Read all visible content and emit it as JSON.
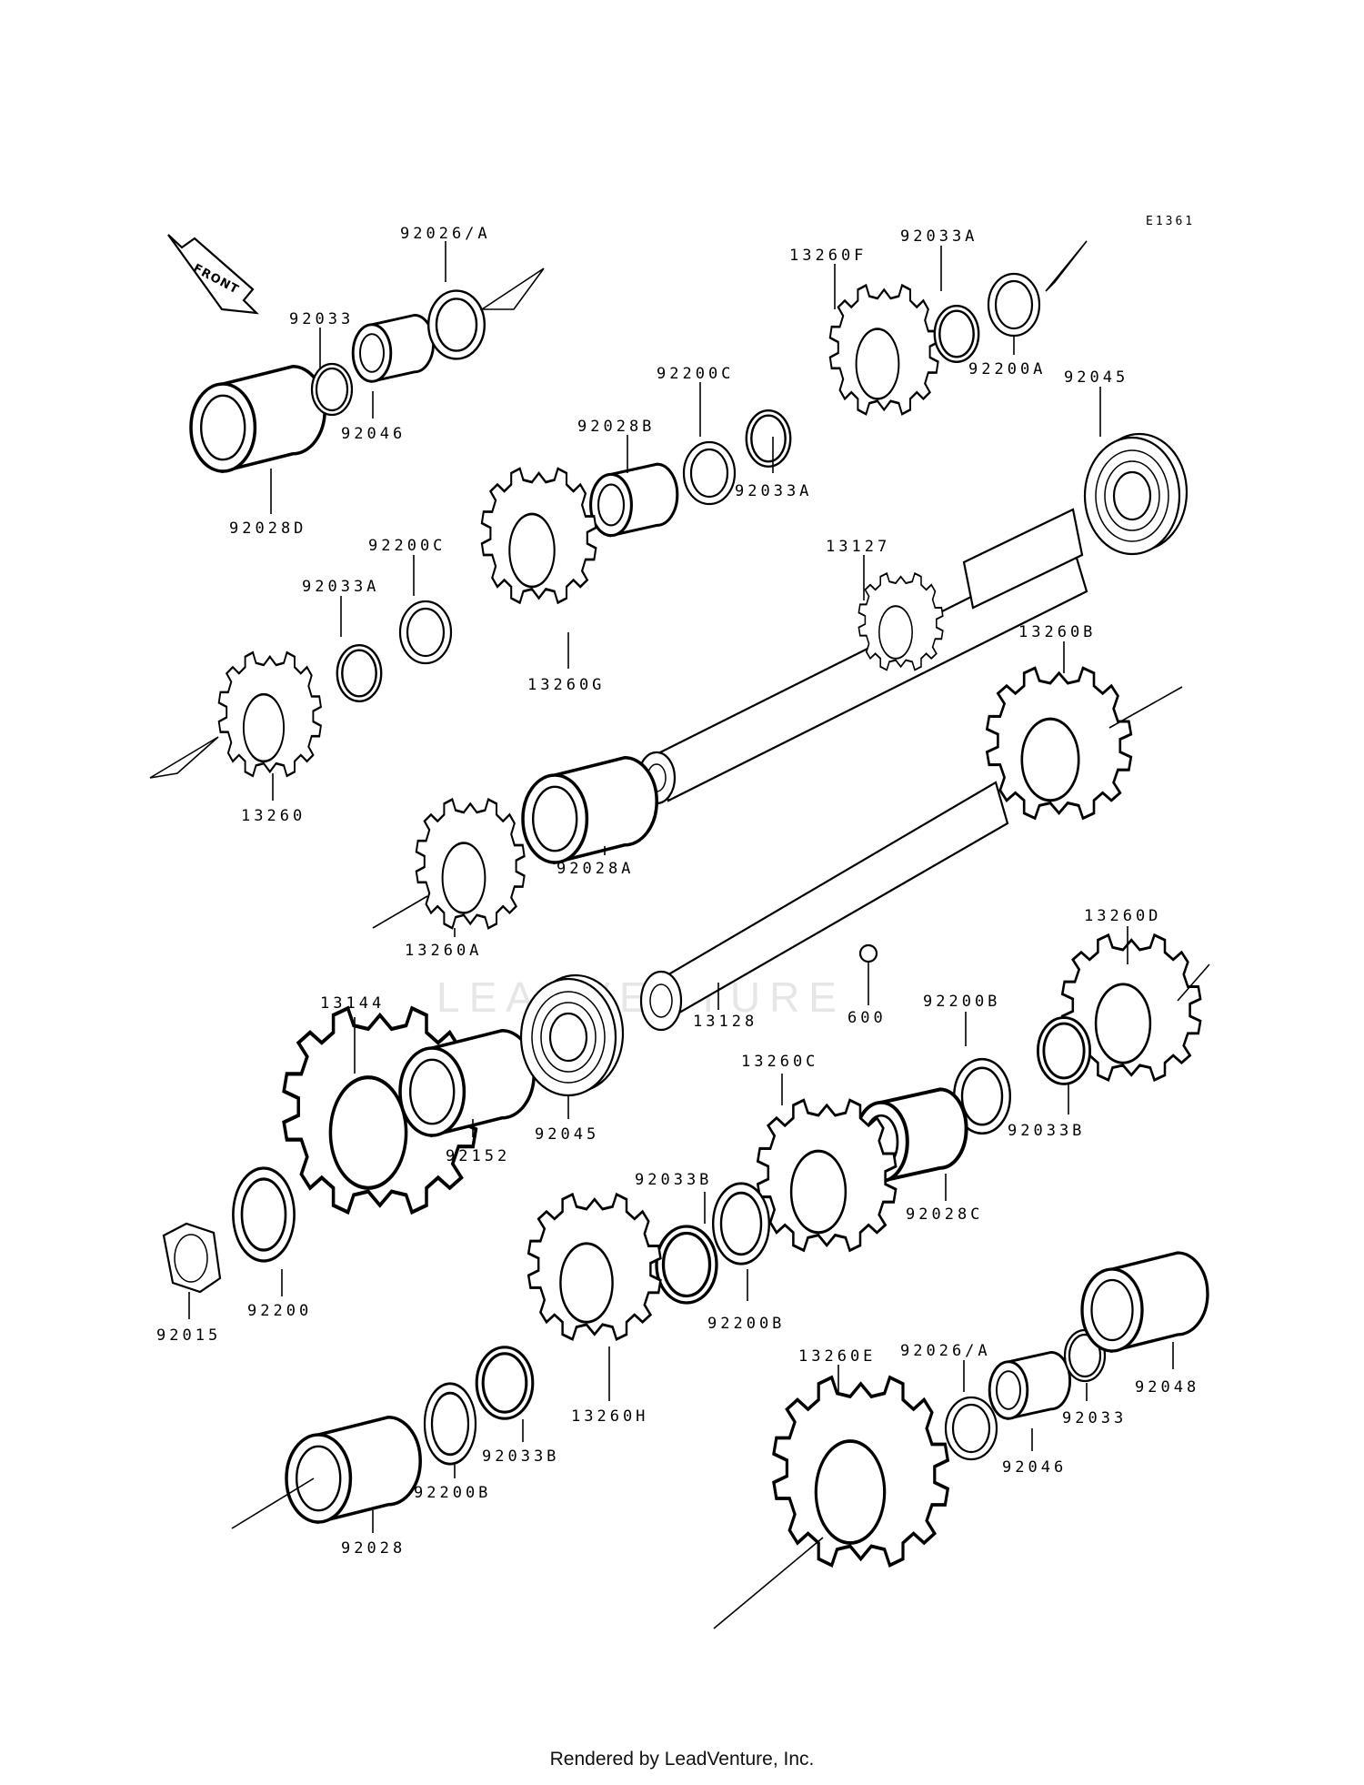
{
  "diagram_code": "E1361",
  "front_label": "FRONT",
  "watermark": "LEADVENTURE",
  "footer": "Rendered by LeadVenture, Inc.",
  "labels": {
    "l_92026A_top": "92026/A",
    "l_92033_top": "92033",
    "l_92046_top": "92046",
    "l_92028D": "92028D",
    "l_92200C_a": "92200C",
    "l_92028B": "92028B",
    "l_92033A_a": "92033A",
    "l_13260F": "13260F",
    "l_92033A_b": "92033A",
    "l_92200A": "92200A",
    "l_92045_top": "92045",
    "l_92200C_b": "92200C",
    "l_92033A_c": "92033A",
    "l_13260G": "13260G",
    "l_13127": "13127",
    "l_13260": "13260",
    "l_13260B": "13260B",
    "l_92028A": "92028A",
    "l_13260A": "13260A",
    "l_13128": "13128",
    "l_600": "600",
    "l_13260D": "13260D",
    "l_13144": "13144",
    "l_92152": "92152",
    "l_92045_mid": "92045",
    "l_92200B_a": "92200B",
    "l_13260C": "13260C",
    "l_92033B_a": "92033B",
    "l_92028C": "92028C",
    "l_92200": "92200",
    "l_92015": "92015",
    "l_92033B_b": "92033B",
    "l_92200B_b": "92200B",
    "l_13260H": "13260H",
    "l_92033B_c": "92033B",
    "l_92200B_c": "92200B",
    "l_92028": "92028",
    "l_13260E": "13260E",
    "l_92026A_bot": "92026/A",
    "l_92046_bot": "92046",
    "l_92033_bot": "92033",
    "l_92048": "92048"
  }
}
